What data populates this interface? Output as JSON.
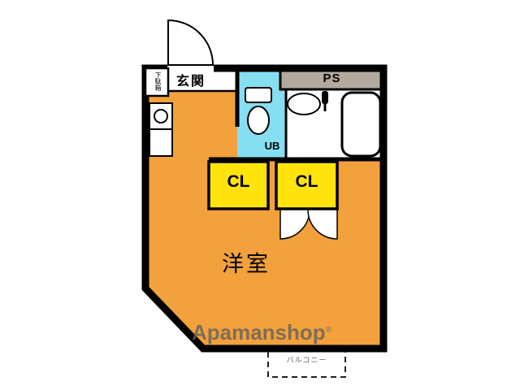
{
  "plan": {
    "labels": {
      "entrance": "玄関",
      "shoe_cabinet": "下駄箱",
      "pipe_space": "PS",
      "unit_bath": "UB",
      "closet_left": "CL",
      "closet_right": "CL",
      "western_room": "洋室",
      "balcony": "バルコニー"
    },
    "watermark": {
      "text": "Apamanshop",
      "mark": "®"
    },
    "colors": {
      "room": "#F2A13C",
      "closet": "#FFE30A",
      "unit_bath": "#85DFF1",
      "pipe_space": "#B3AA9E",
      "wall": "#000000",
      "background": "#FFFFFF",
      "watermark_gray": "#5F5F5F",
      "balcony_text": "#666666"
    }
  }
}
